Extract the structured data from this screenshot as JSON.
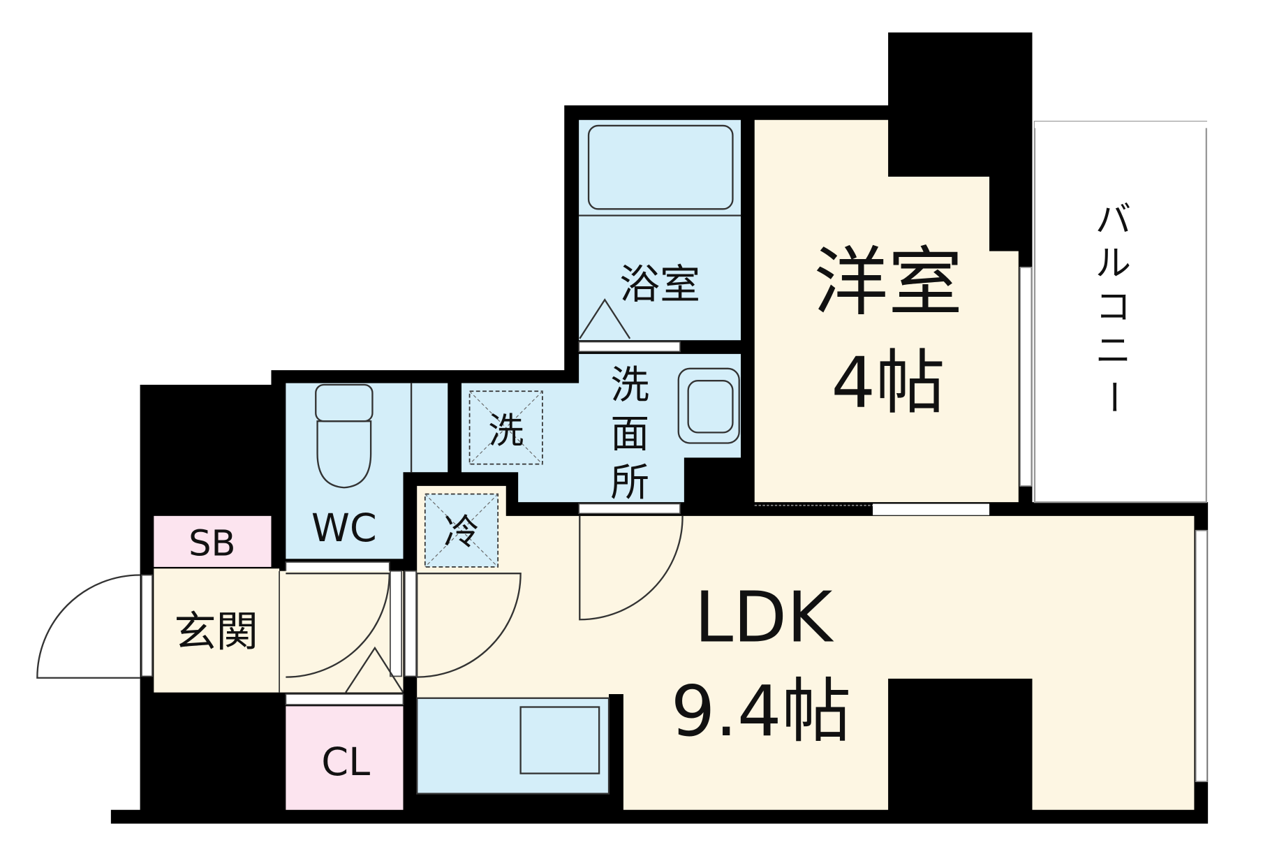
{
  "colors": {
    "wall": "#000000",
    "wet": "#d4eef9",
    "living": "#fdf6e3",
    "storage": "#fce4ef",
    "balcony": "#ffffff"
  },
  "rooms": {
    "bathroom": "浴室",
    "western_room": [
      "洋室",
      "4帖"
    ],
    "balcony": [
      "バ",
      "ル",
      "コ",
      "ニ",
      "ー"
    ],
    "washroom": [
      "洗",
      "面",
      "所"
    ],
    "washer": "洗",
    "fridge": "冷",
    "wc": "WC",
    "shoe_box": "SB",
    "entrance": "玄関",
    "closet": "CL",
    "ldk": [
      "LDK",
      "9.4帖"
    ]
  }
}
